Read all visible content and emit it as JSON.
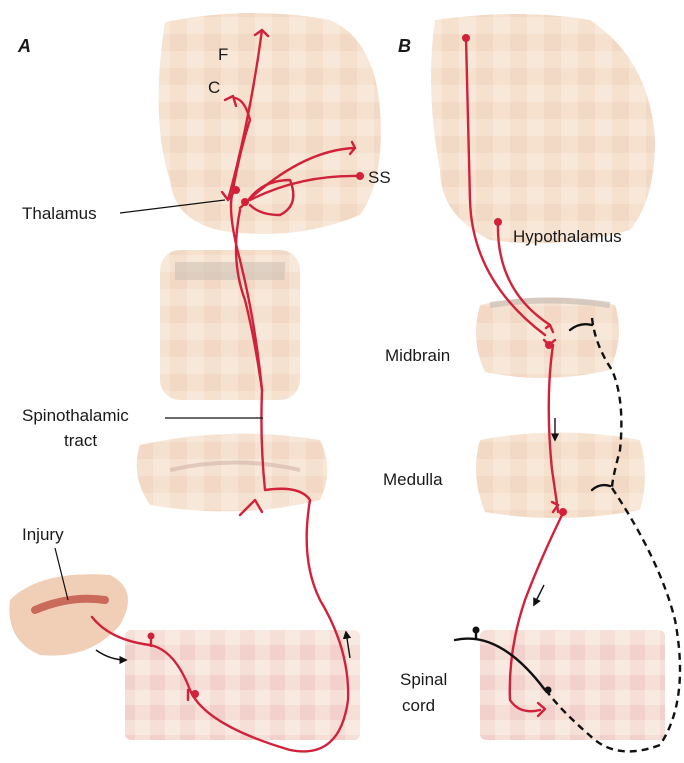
{
  "panels": {
    "a": "A",
    "b": "B"
  },
  "labels": {
    "f": "F",
    "c": "C",
    "ss": "SS",
    "thalamus": "Thalamus",
    "spinothalamic_line1": "Spinothalamic",
    "spinothalamic_line2": "tract",
    "injury": "Injury",
    "hypothalamus": "Hypothalamus",
    "midbrain": "Midbrain",
    "medulla": "Medulla",
    "spinal_line1": "Spinal",
    "spinal_line2": "cord"
  },
  "colors": {
    "pathway": "#d2213a",
    "descending": "#111111",
    "tissue": "#f2d8c2"
  }
}
